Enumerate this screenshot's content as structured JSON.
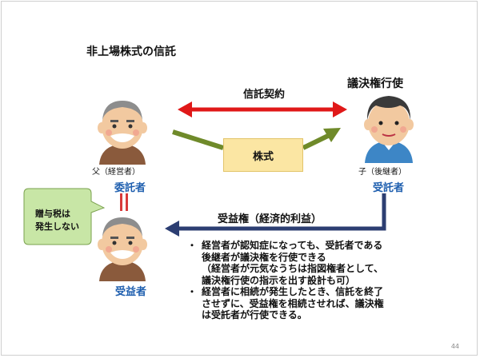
{
  "title": "非上場株式の信託",
  "rights_label": "議決権行使",
  "contract_label": "信託契約",
  "stock_label": "株式",
  "father": {
    "label": "父（経営者）",
    "role": "委託者"
  },
  "child": {
    "label": "子（後継者）",
    "role": "受託者"
  },
  "beneficiary_role": "受益者",
  "benefit_label": "受益権（経済的利益）",
  "bubble_text": "贈与税は\n発生しない",
  "bullets": [
    {
      "mark": "・",
      "text": "経営者が認知症になっても、受託者である\n後継者が議決権を行使できる"
    },
    {
      "mark": "",
      "text": "（経営者が元気なうちは指図権者として、\n議決権行使の指示を出す設計も可）"
    },
    {
      "mark": "・",
      "text": "経営者に相続が発生したとき、信託を終了\nさせずに、受益権を相続させれば、議決権\nは受託者が行使できる。"
    }
  ],
  "page_number": "44",
  "colors": {
    "accent_blue": "#1f5faf",
    "contract_arrow": "#e01818",
    "stock_arrow": "#6f8a2a",
    "benefit_arrow": "#2c3e72",
    "bubble_fill": "#c8e6a6"
  }
}
